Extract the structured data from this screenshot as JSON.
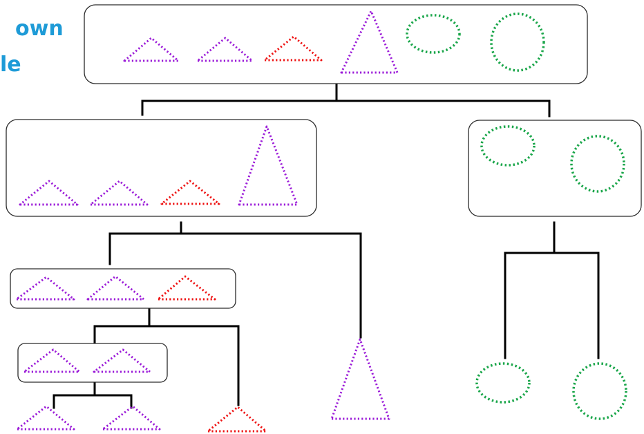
{
  "title_lines": [
    "own",
    "le"
  ],
  "colors": {
    "purple": "#9b1bd8",
    "red": "#ee1111",
    "green": "#1aa64a",
    "title": "#1e9bd7",
    "edge": "#000000"
  },
  "shapes": {
    "triangle_small": "dotted-triangle",
    "triangle_tall": "dotted-tall-triangle",
    "circle": "dotted-circle"
  }
}
